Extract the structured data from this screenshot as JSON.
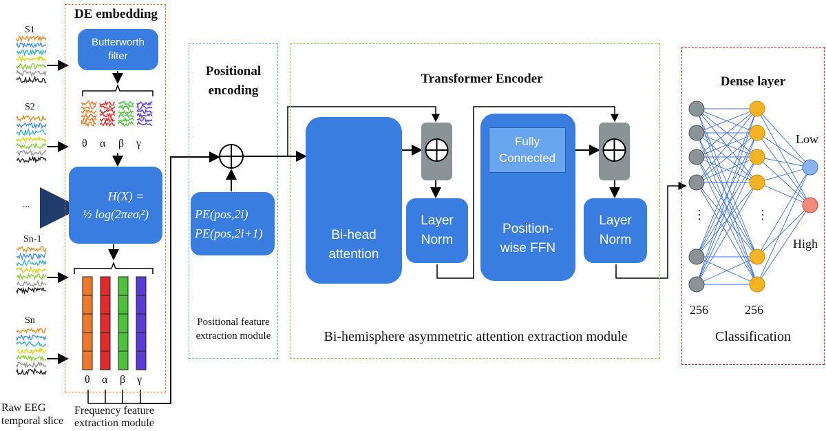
{
  "input": {
    "slices": [
      "S1",
      "S2",
      "...",
      "Sn-1",
      "Sn"
    ],
    "caption": [
      "Raw EEG",
      "temporal slice"
    ]
  },
  "de_module": {
    "title": "DE embedding",
    "filter_label": [
      "Butterworth",
      "filter"
    ],
    "bands": [
      "θ",
      "α",
      "β",
      "γ"
    ],
    "entropy_formula": [
      "H(X) =",
      "½ log(2πeσᵢ²)"
    ],
    "caption": [
      "Frequency feature",
      "extraction module"
    ]
  },
  "pos_module": {
    "title": [
      "Positional",
      "encoding"
    ],
    "formula": [
      "PE(pos,2i)",
      "PE(pos,2i+1)"
    ],
    "caption": [
      "Positional feature",
      "extraction module"
    ]
  },
  "transformer": {
    "title": "Transformer Encoder",
    "attention_label": [
      "Bi-head",
      "attention"
    ],
    "layernorm_label": [
      "Layer",
      "Norm"
    ],
    "fc_label": [
      "Fully",
      "Connected"
    ],
    "ffn_label": [
      "Position-",
      "wise FFN"
    ],
    "caption": "Bi-hemisphere asymmetric attention extraction module"
  },
  "dense": {
    "title": "Dense layer",
    "layer1_size": "256",
    "layer2_size": "256",
    "outputs": [
      "Low",
      "High"
    ],
    "ellipsis": "⋮",
    "caption": "Classification"
  },
  "colors": {
    "de_border": "#f07a3a",
    "pos_border": "#6aaee8",
    "transformer_border": "#7ed04e",
    "dense_border": "#d0282a",
    "block_blue": "#3a7de0",
    "adder_grey": "#8a9396",
    "band_colors": [
      "#f07a2a",
      "#e22a2a",
      "#4cc23a",
      "#5a3ad8"
    ]
  }
}
